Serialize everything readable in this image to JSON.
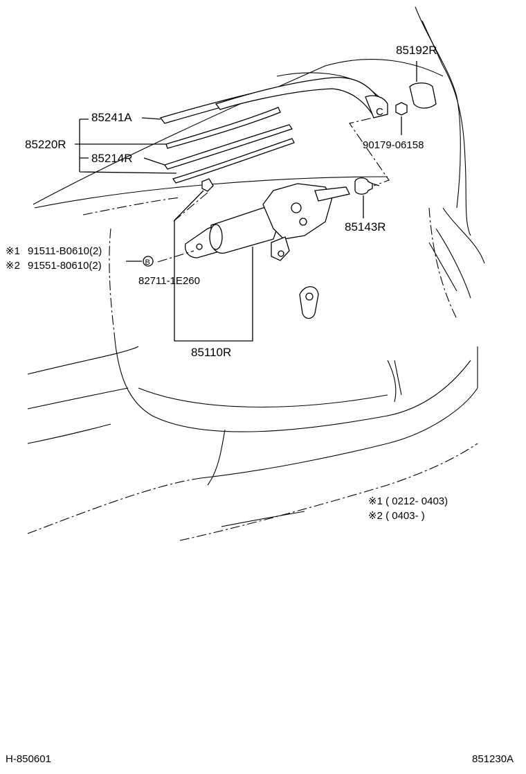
{
  "parts": {
    "p85192R": "85192R",
    "p85241A": "85241A",
    "p85220R": "85220R",
    "p85214R": "85214R",
    "p90179": "90179-06158",
    "p85143R": "85143R",
    "p82711": "82711-1E260",
    "p85110R": "85110R"
  },
  "bolts": {
    "row1_mark": "※1",
    "row1_num": "91511-B0610(2)",
    "row2_mark": "※2",
    "row2_num": "91551-80610(2)",
    "callout": "B"
  },
  "connector_callout": "C",
  "legend": {
    "row1": "※1 ( 0212- 0403)",
    "row2": "※2 ( 0403-        )"
  },
  "footer": {
    "left": "H-850601",
    "right": "851230A"
  }
}
